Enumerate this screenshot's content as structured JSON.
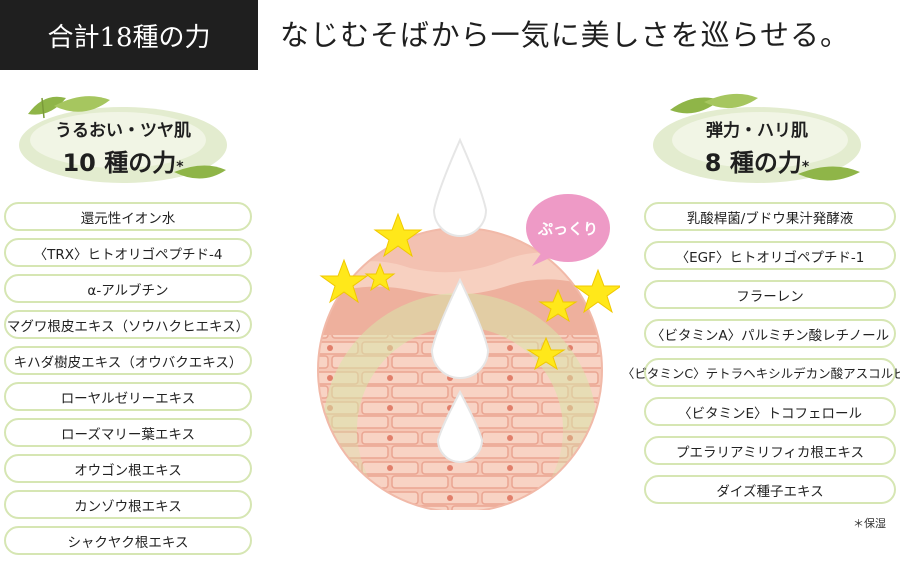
{
  "badge": "合計18種の力",
  "headline": "なじむそばから一気に美しさを巡らせる。",
  "left_group": {
    "title": "うるおい・ツヤ肌",
    "count": "10",
    "count_suffix": "種の力",
    "mark": "*"
  },
  "right_group": {
    "title": "弾力・ハリ肌",
    "count": "8",
    "count_suffix": "種の力",
    "mark": "*"
  },
  "left_items": [
    "還元性イオン水",
    "〈TRX〉ヒトオリゴペプチド-4",
    "α-アルブチン",
    "マグワ根皮エキス（ソウハクヒエキス）",
    "キハダ樹皮エキス（オウバクエキス）",
    "ローヤルゼリーエキス",
    "ローズマリー葉エキス",
    "オウゴン根エキス",
    "カンゾウ根エキス",
    "シャクヤク根エキス"
  ],
  "right_items": [
    "乳酸桿菌/ブドウ果汁発酵液",
    "〈EGF〉ヒトオリゴペプチド-1",
    "フラーレン",
    "〈ビタミンA〉パルミチン酸レチノール",
    "〈ビタミンC〉テトラヘキシルデカン酸アスコルビル",
    "〈ビタミンE〉トコフェロール",
    "プエラリアミリフィカ根エキス",
    "ダイズ種子エキス"
  ],
  "bubble_text": "ぷっくり",
  "footnote": "＊保湿",
  "colors": {
    "leaf": "#8fb548",
    "blob": "#e3eccf",
    "pill_border": "#d6e6b3",
    "skin": "#f1b9a8",
    "pink": "#ee9ac6",
    "star": "#ffe81a"
  }
}
